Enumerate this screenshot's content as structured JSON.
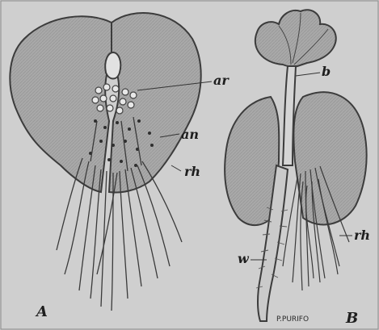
{
  "figure": {
    "panel_a": {
      "letter": "A",
      "labels": {
        "ar": "ar",
        "an": "an",
        "rh": "rh"
      }
    },
    "panel_b": {
      "letter": "B",
      "labels": {
        "b": "b",
        "w": "w",
        "rh": "rh"
      }
    },
    "signature": "P.PURIFO"
  }
}
